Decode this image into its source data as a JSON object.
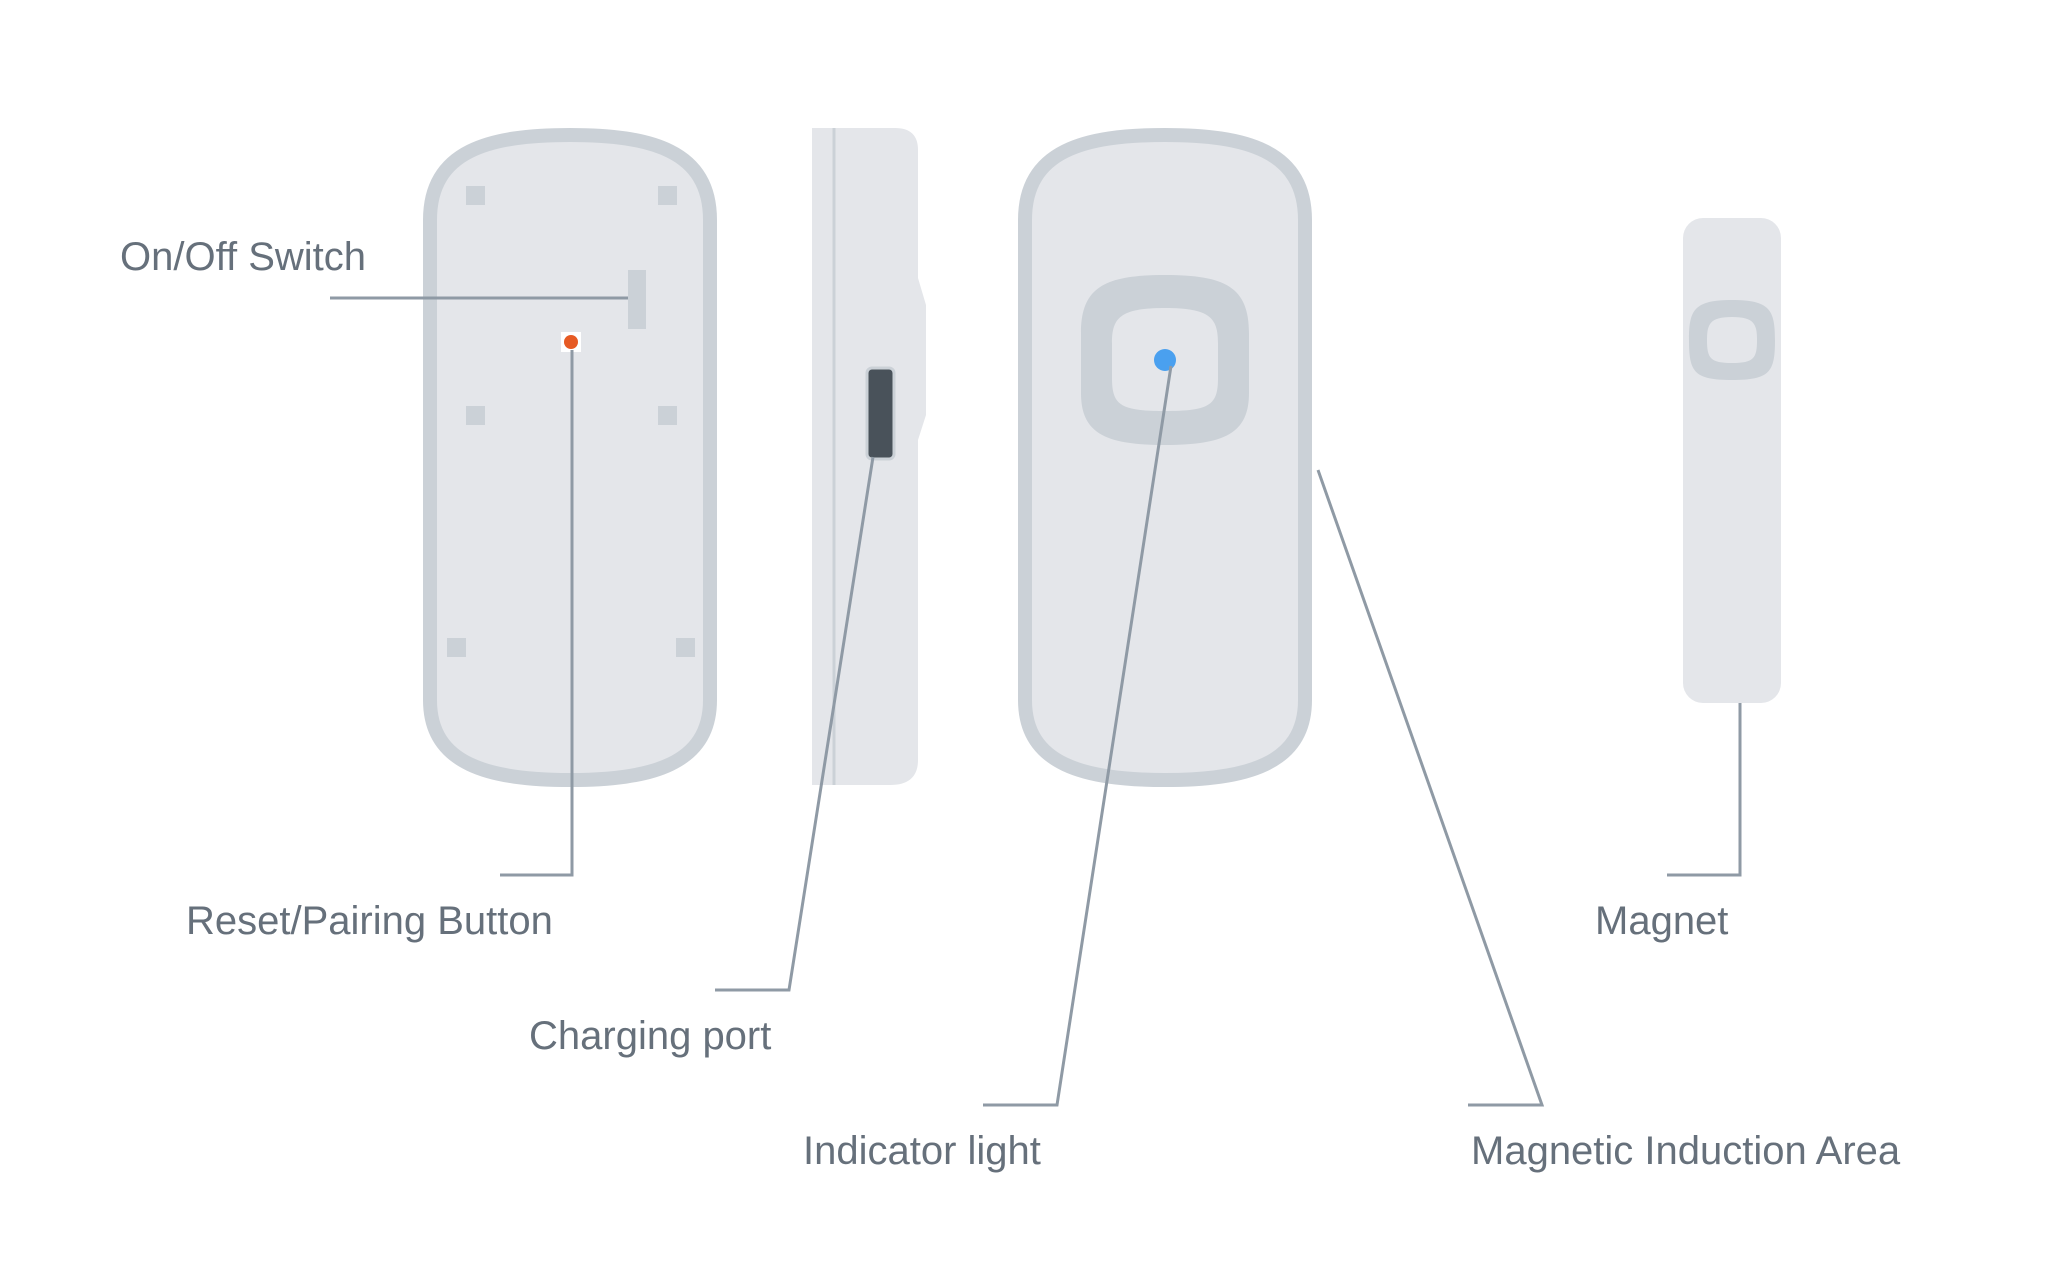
{
  "colors": {
    "background": "#ffffff",
    "body_fill": "#e4e6ea",
    "body_rim": "#cbd1d7",
    "feature_gray": "#cbd1d7",
    "port_fill": "#49525a",
    "leader_line": "#8f9aa5",
    "label_text": "#66707b",
    "reset_button": "#e65a24",
    "indicator_light": "#4aa0ef"
  },
  "icons": {
    "sensor_back": "sensor-back-view-icon",
    "sensor_side": "sensor-side-view-icon",
    "sensor_front": "sensor-front-view-icon",
    "magnet": "magnet-piece-icon"
  },
  "labels": {
    "on_off_switch": "On/Off Switch",
    "reset_pairing_button": "Reset/Pairing Button",
    "charging_port": "Charging port",
    "indicator_light": "Indicator light",
    "magnetic_induction_area": "Magnetic Induction Area",
    "magnet": "Magnet"
  }
}
